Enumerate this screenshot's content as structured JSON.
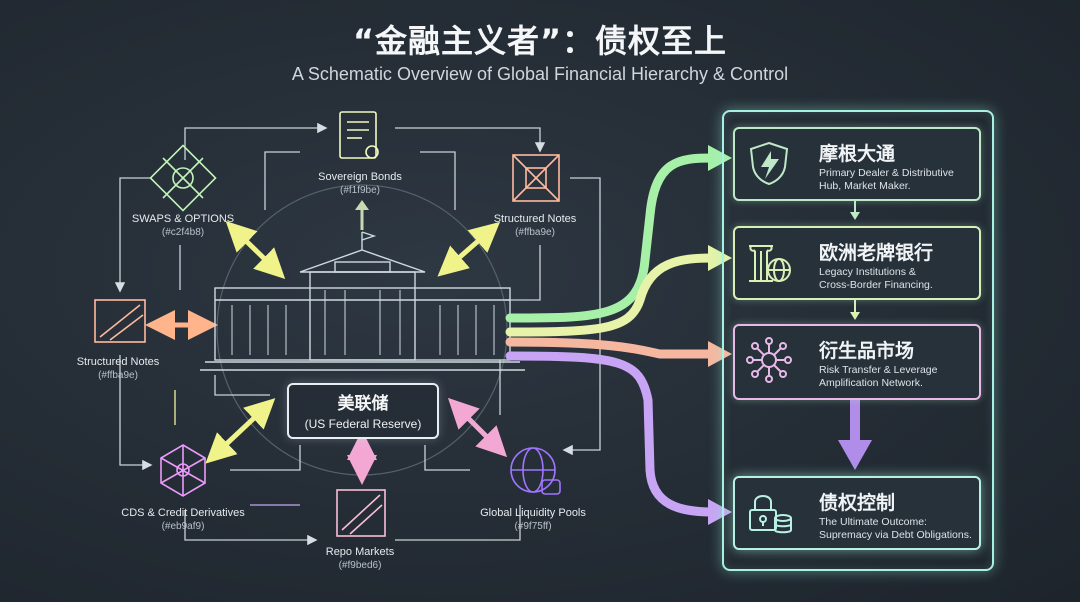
{
  "title": "“金融主义者”：债权至上",
  "subtitle": "A Schematic Overview of Global Financial Hierarchy & Control",
  "center": {
    "name_zh": "美联储",
    "name_en": "(US Federal Reserve)"
  },
  "nodes": [
    {
      "name": "Sovereign Bonds",
      "code": "(#f1f9be)",
      "icon": "document-seal-icon",
      "color": "#f1f9be"
    },
    {
      "name": "SWAPS & OPTIONS",
      "code": "(#c2f4b8)",
      "icon": "arrows-cross-icon",
      "color": "#c2f4b8"
    },
    {
      "name": "Structured Notes",
      "code": "(#ffba9e)",
      "icon": "network-cube-icon",
      "color": "#ffba9e"
    },
    {
      "name": "Structured Notes",
      "code": "(#ffba9e)",
      "icon": "diagonal-transfer-icon",
      "color": "#ffba9e"
    },
    {
      "name": "CDS & Credit Derivatives",
      "code": "(#eb9af9)",
      "icon": "network-graph-icon",
      "color": "#eb9af9"
    },
    {
      "name": "Global Liquidity Pools",
      "code": "(#9f75ff)",
      "icon": "globe-coins-icon",
      "color": "#9f75ff"
    },
    {
      "name": "Repo Markets",
      "code": "(#f9bed6)",
      "icon": "repo-arrows-icon",
      "color": "#f9bed6"
    }
  ],
  "hierarchy": [
    {
      "name": "摩根大通",
      "desc_line1": "Primary Dealer & Distributive",
      "desc_line2": "Hub, Market Maker.",
      "icon": "shield-bolt-icon",
      "color": "#bfe8c8"
    },
    {
      "name": "欧洲老牌银行",
      "desc_line1": "Legacy Institutions &",
      "desc_line2": "Cross-Border Financing.",
      "icon": "column-globe-icon",
      "color": "#d8efb5"
    },
    {
      "name": "衍生品市场",
      "desc_line1": "Risk Transfer & Leverage",
      "desc_line2": "Amplification Network.",
      "icon": "network-node-icon",
      "color": "#e7b9e8"
    },
    {
      "name": "债权控制",
      "desc_line1": "The Ultimate Outcome:",
      "desc_line2": "Supremacy via Debt Obligations.",
      "icon": "lock-coins-icon",
      "color": "#b9f0e4"
    }
  ],
  "flows": [
    {
      "color": "#a6f0a8"
    },
    {
      "color": "#e6f3a8"
    },
    {
      "color": "#f6b7a0"
    },
    {
      "color": "#c8a4f4"
    }
  ]
}
